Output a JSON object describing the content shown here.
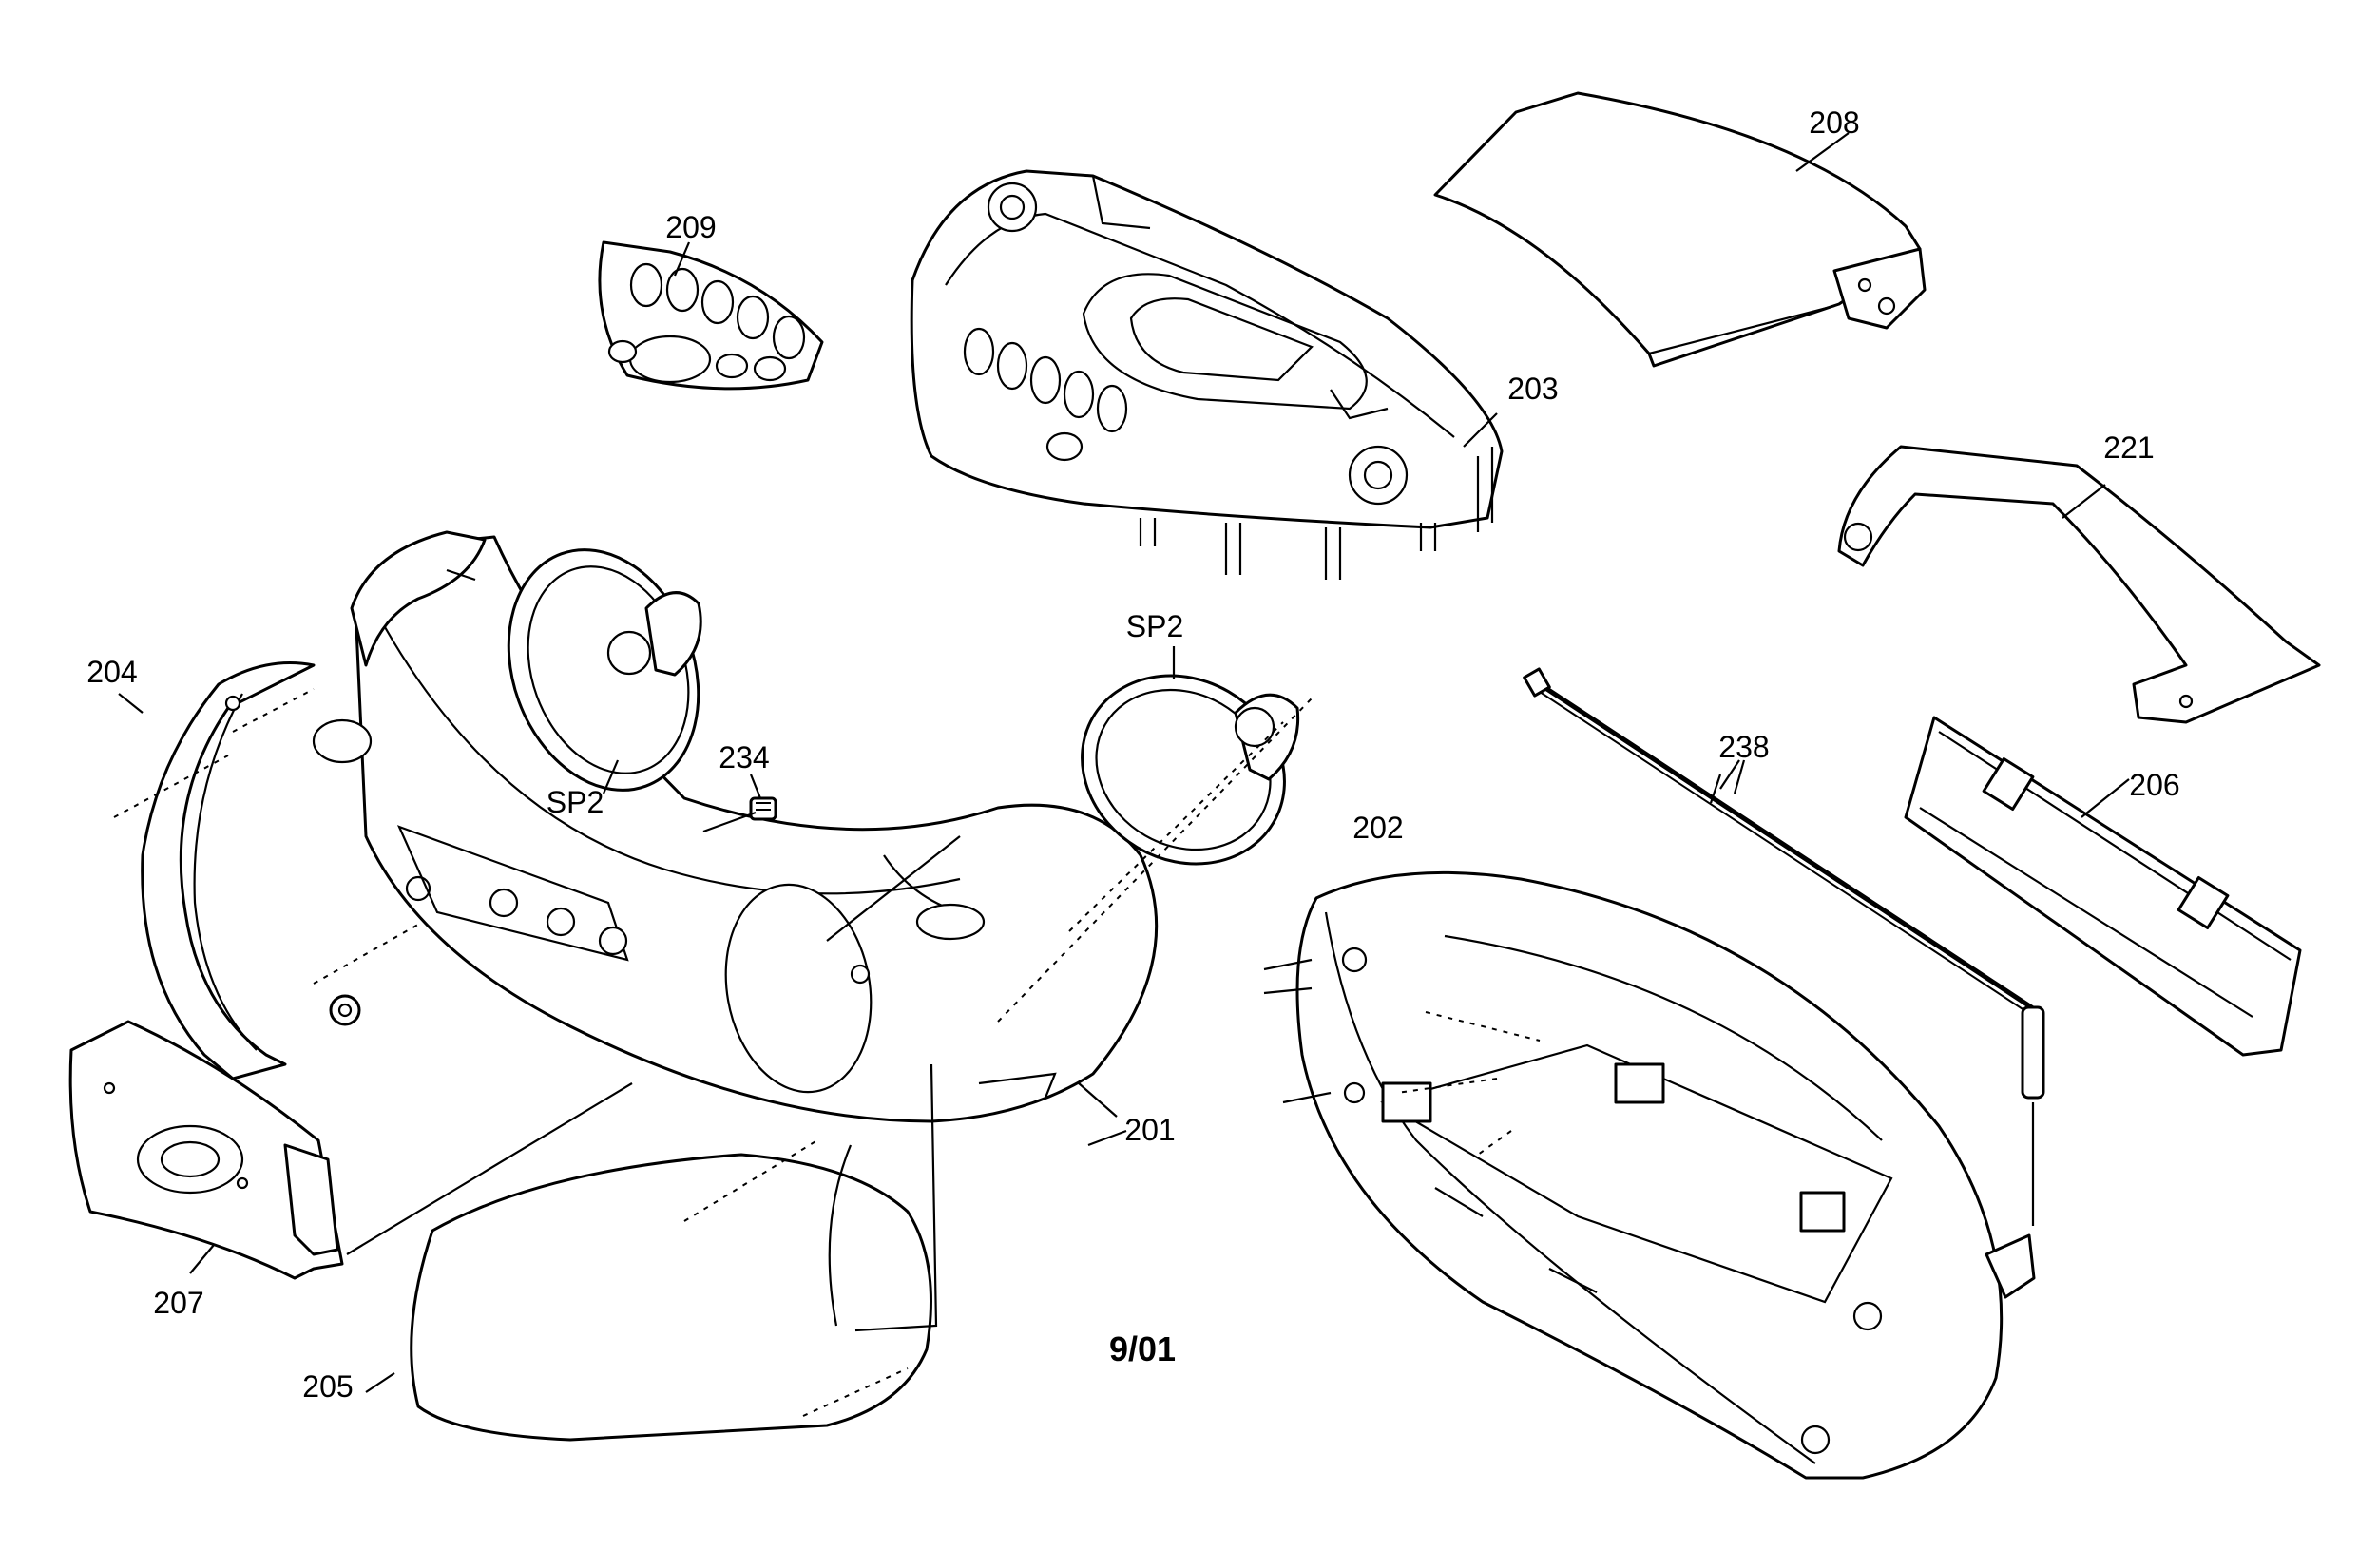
{
  "labels": {
    "p201": "201",
    "p202": "202",
    "p203": "203",
    "p204": "204",
    "p205": "205",
    "p206": "206",
    "p207": "207",
    "p208": "208",
    "p209": "209",
    "p221": "221",
    "p234": "234",
    "p238": "238",
    "sp2_left": "SP2",
    "sp2_right": "SP2"
  },
  "revision_date": "9/01",
  "colors": {
    "line": "#000000",
    "paper": "#ffffff"
  }
}
